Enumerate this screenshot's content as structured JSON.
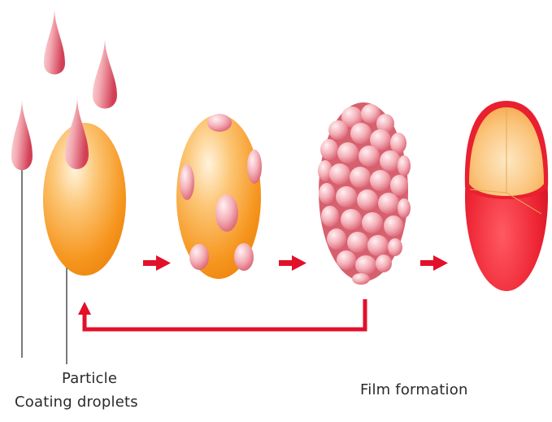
{
  "labels": {
    "particle": "Particle",
    "coating_droplets": "Coating droplets",
    "film_formation": "Film formation"
  },
  "colors": {
    "particle_light": "#fde2b4",
    "particle_mid": "#fbb25c",
    "particle_dark": "#f08a18",
    "droplet_light": "#ffe4e6",
    "droplet_mid": "#f4a6ae",
    "droplet_dark": "#d9445a",
    "arrow": "#e3102a",
    "shell": "#e01b2c",
    "leader_line": "#333333"
  }
}
